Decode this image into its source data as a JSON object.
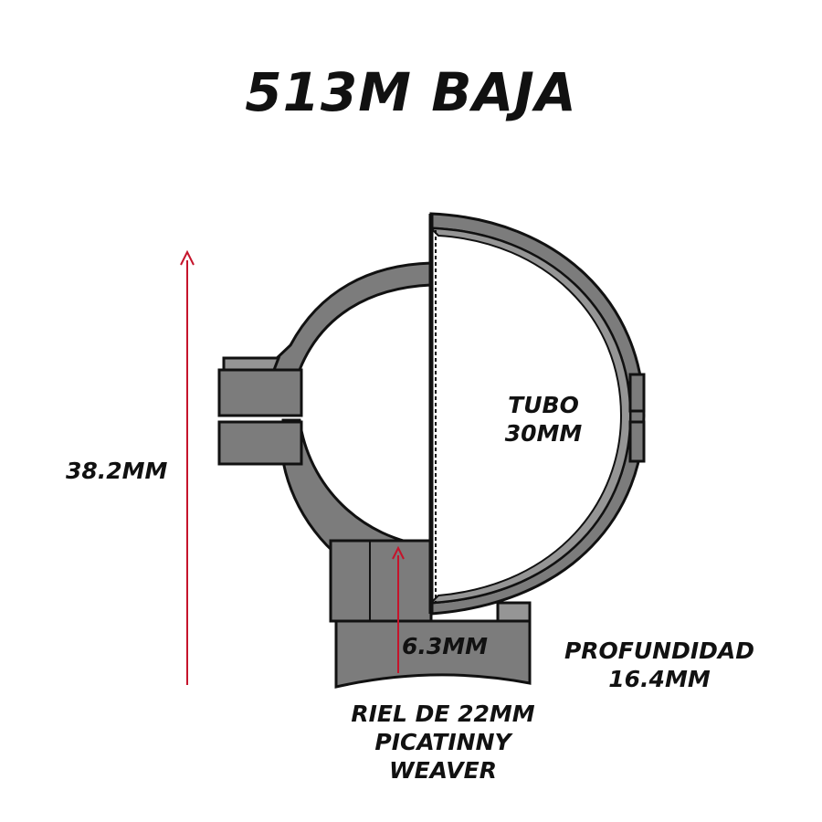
{
  "title": "513M BAJA",
  "height_label": "38.2MM",
  "tube": {
    "line1": "TUBO",
    "line2": "30MM"
  },
  "base_height_label": "6.3MM",
  "depth": {
    "line1": "PROFUNDIDAD",
    "line2": "16.4MM"
  },
  "rail": {
    "line1": "RIEL DE 22MM",
    "line2": "PICATINNY",
    "line3": "WEAVER"
  },
  "colors": {
    "ring_body": "#7c7c7c",
    "ring_inner": "#959595",
    "outline": "#111111",
    "arrow": "#c5142b",
    "text": "#111111",
    "background": "#ffffff"
  }
}
